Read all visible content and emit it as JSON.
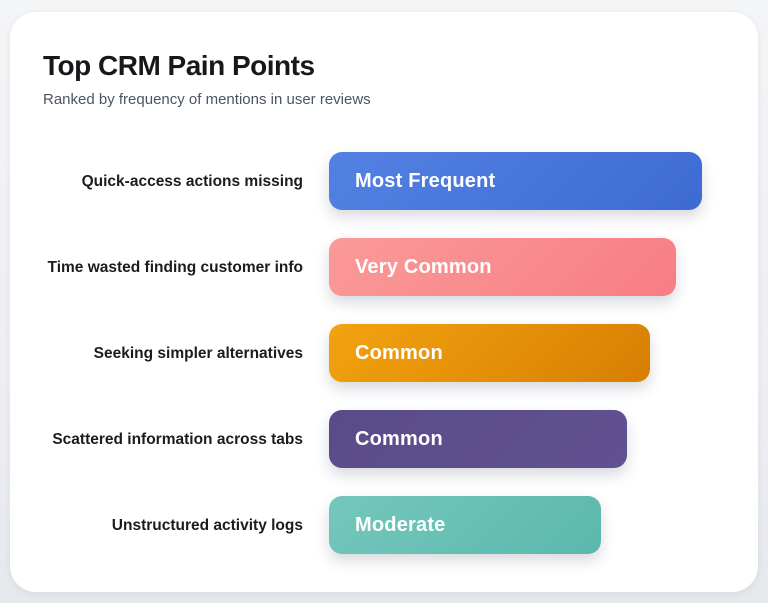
{
  "header": {
    "title": "Top CRM Pain Points",
    "subtitle": "Ranked by frequency of mentions in user reviews"
  },
  "colors": {
    "page_background": "#eef0f3",
    "card_background": "#ffffff",
    "title_text": "#17181c",
    "subtitle_text": "#4b5563",
    "row_label_text": "#1b1c20",
    "bar_value_text": "#ffffff"
  },
  "chart_data": {
    "type": "bar",
    "orientation": "horizontal",
    "title": "Top CRM Pain Points",
    "subtitle": "Ranked by frequency of mentions in user reviews",
    "categories": [
      "Quick-access actions missing",
      "Time wasted finding customer info",
      "Seeking simpler alternatives",
      "Scattered information across tabs",
      "Unstructured activity logs"
    ],
    "value_labels": [
      "Most Frequent",
      "Very Common",
      "Common",
      "Common",
      "Moderate"
    ],
    "values_percent_estimated": [
      100,
      93,
      86,
      80,
      73
    ],
    "legend": "none",
    "axes": "none",
    "rows": [
      {
        "label": "Quick-access actions missing",
        "value_label": "Most Frequent",
        "percent": 100,
        "color_from": "#5381e3",
        "color_to": "#3e6bd2"
      },
      {
        "label": "Time wasted finding customer info",
        "value_label": "Very Common",
        "percent": 93,
        "color_from": "#fa9a98",
        "color_to": "#f87d84"
      },
      {
        "label": "Seeking simpler alternatives",
        "value_label": "Common",
        "percent": 86,
        "color_from": "#f2a30f",
        "color_to": "#d87e04"
      },
      {
        "label": "Scattered information across tabs",
        "value_label": "Common",
        "percent": 80,
        "color_from": "#5a4b88",
        "color_to": "#615192"
      },
      {
        "label": "Unstructured activity logs",
        "value_label": "Moderate",
        "percent": 73,
        "color_from": "#74c7bd",
        "color_to": "#5cb8ac"
      }
    ]
  }
}
